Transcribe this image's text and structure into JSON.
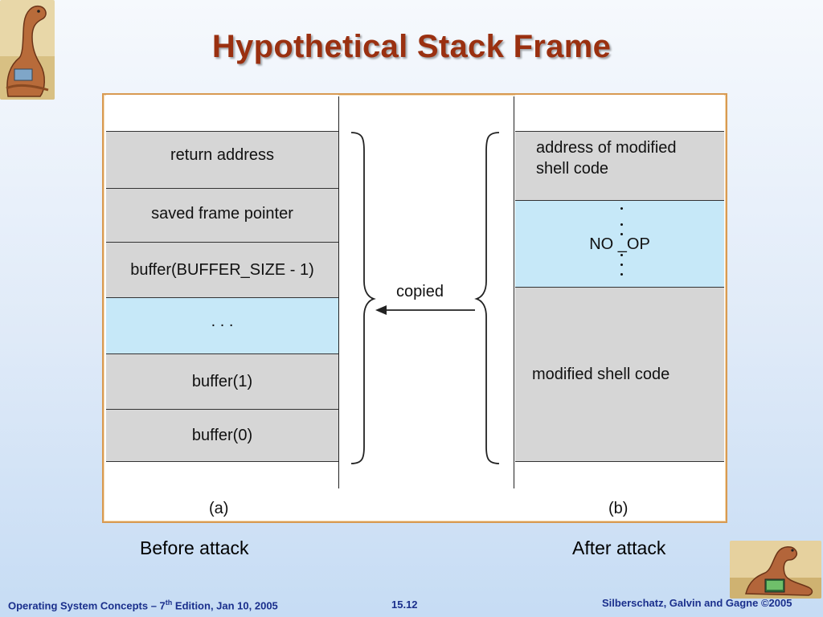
{
  "title": "Hypothetical Stack Frame",
  "figure": {
    "stack_a": {
      "cells": [
        {
          "label": "",
          "fill": "blank"
        },
        {
          "label": "return address",
          "fill": "gray"
        },
        {
          "label": "saved frame pointer",
          "fill": "gray"
        },
        {
          "label": "buffer(BUFFER_SIZE - 1)",
          "fill": "gray"
        },
        {
          "label": ". . .",
          "fill": "blue"
        },
        {
          "label": "buffer(1)",
          "fill": "gray"
        },
        {
          "label": "buffer(0)",
          "fill": "gray"
        },
        {
          "label": "",
          "fill": "blank"
        }
      ],
      "caption": "(a)"
    },
    "stack_b": {
      "cells": [
        {
          "label": "",
          "fill": "blank"
        },
        {
          "label": "address of modified\nshell code",
          "fill": "gray"
        },
        {
          "label": "NO _OP",
          "fill": "blue"
        },
        {
          "label": "modified shell code",
          "fill": "gray"
        },
        {
          "label": "",
          "fill": "blank"
        }
      ],
      "caption": "(b)"
    },
    "arrow_label": "copied"
  },
  "below": {
    "left": "Before attack",
    "right": "After attack"
  },
  "footer": {
    "left_prefix": "Operating System Concepts – 7",
    "left_sup": "th",
    "left_suffix": " Edition, Jan 10, 2005",
    "center": "15.12",
    "right": "Silberschatz, Galvin and Gagne ©2005"
  }
}
